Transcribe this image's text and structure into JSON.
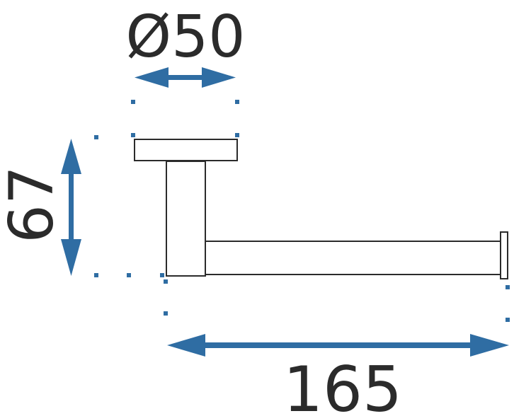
{
  "colors": {
    "dimension": "#2f6da3",
    "outline": "#2b2b2b",
    "background": "#ffffff"
  },
  "dimensions": {
    "diameter": "Ø50",
    "height": "67",
    "length": "165"
  }
}
